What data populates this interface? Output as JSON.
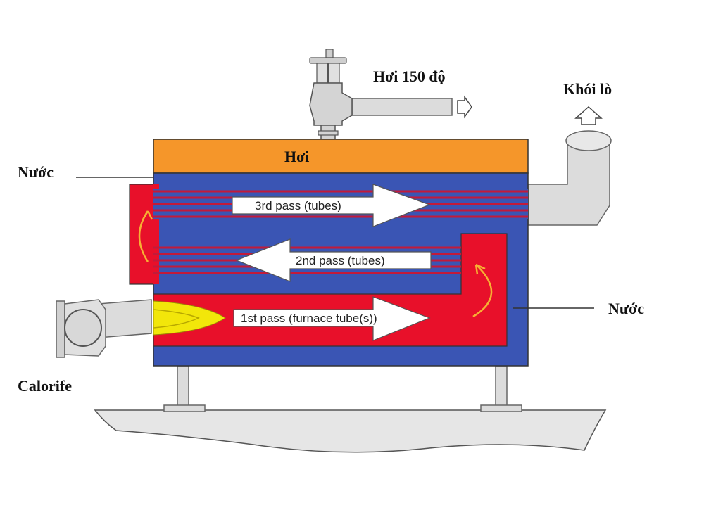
{
  "labels": {
    "steam_out": "Hơi 150 độ",
    "flue_gas": "Khói lò",
    "steam_space": "Hơi",
    "water_left": "Nước",
    "water_right": "Nước",
    "burner": "Calorife"
  },
  "passes": {
    "third": "3rd pass (tubes)",
    "second": "2nd pass (tubes)",
    "first": "1st pass (furnace tube(s))"
  },
  "colors": {
    "water": "#3a55b4",
    "hot_gas": "#e8102a",
    "steam": "#f5962a",
    "tube_line": "#c21a3a",
    "metal": "#d9d9d9",
    "flame": "#f2e60a",
    "flow_arrow": "#f7b033"
  },
  "icons": {
    "valve": "gate-valve-icon",
    "burner_fan": "burner-fan-icon",
    "chimney": "chimney-icon"
  }
}
